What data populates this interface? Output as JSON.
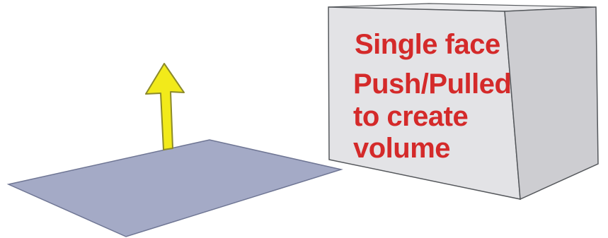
{
  "diagram": {
    "label_lines": [
      "Single face",
      "Push/Pulled",
      "to create",
      "volume"
    ],
    "colors": {
      "face_fill": "#a4aac6",
      "face_stroke": "#6f7694",
      "arrow_fill": "#f2ea1a",
      "arrow_stroke": "#8c8a2a",
      "box_front": "#e3e3e6",
      "box_side": "#cdcdd1",
      "box_top": "#ececee",
      "box_stroke": "#55585c",
      "label_color": "#d42a2a"
    },
    "icons": {
      "flat_face": "flat-face-icon",
      "pull_direction": "up-arrow-icon",
      "extruded_volume": "extruded-box-icon"
    }
  }
}
